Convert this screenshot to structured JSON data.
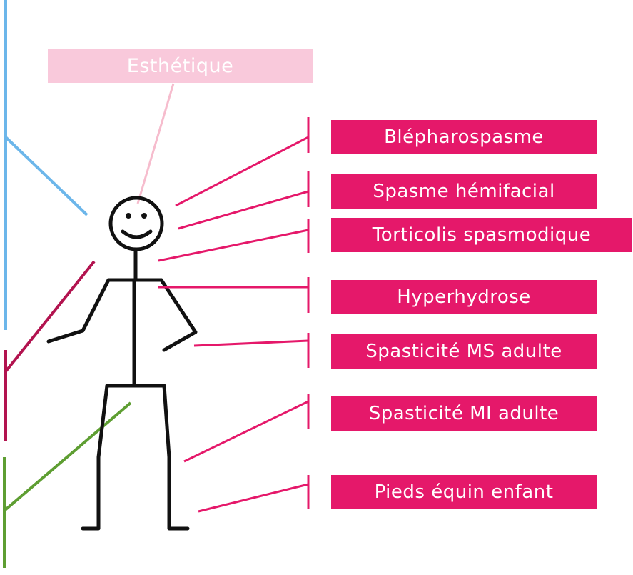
{
  "diagram": {
    "esthetique_label": "Esthétique",
    "indications": [
      "Blépharospasme",
      "Spasme hémifacial",
      "Torticolis spasmodique",
      "Hyperhydrose",
      "Spasticité MS adulte",
      "Spasticité MI adulte",
      "Pieds équin enfant"
    ]
  },
  "colors": {
    "box_fill": "#e5186a",
    "esthetique_fill": "#f9c9db",
    "esthetique_connector": "#f6bccd",
    "blue_bracket": "#6cb6ea",
    "crimson_bracket": "#b2134f",
    "green_bracket": "#5e9e32",
    "figure": "#111111"
  }
}
